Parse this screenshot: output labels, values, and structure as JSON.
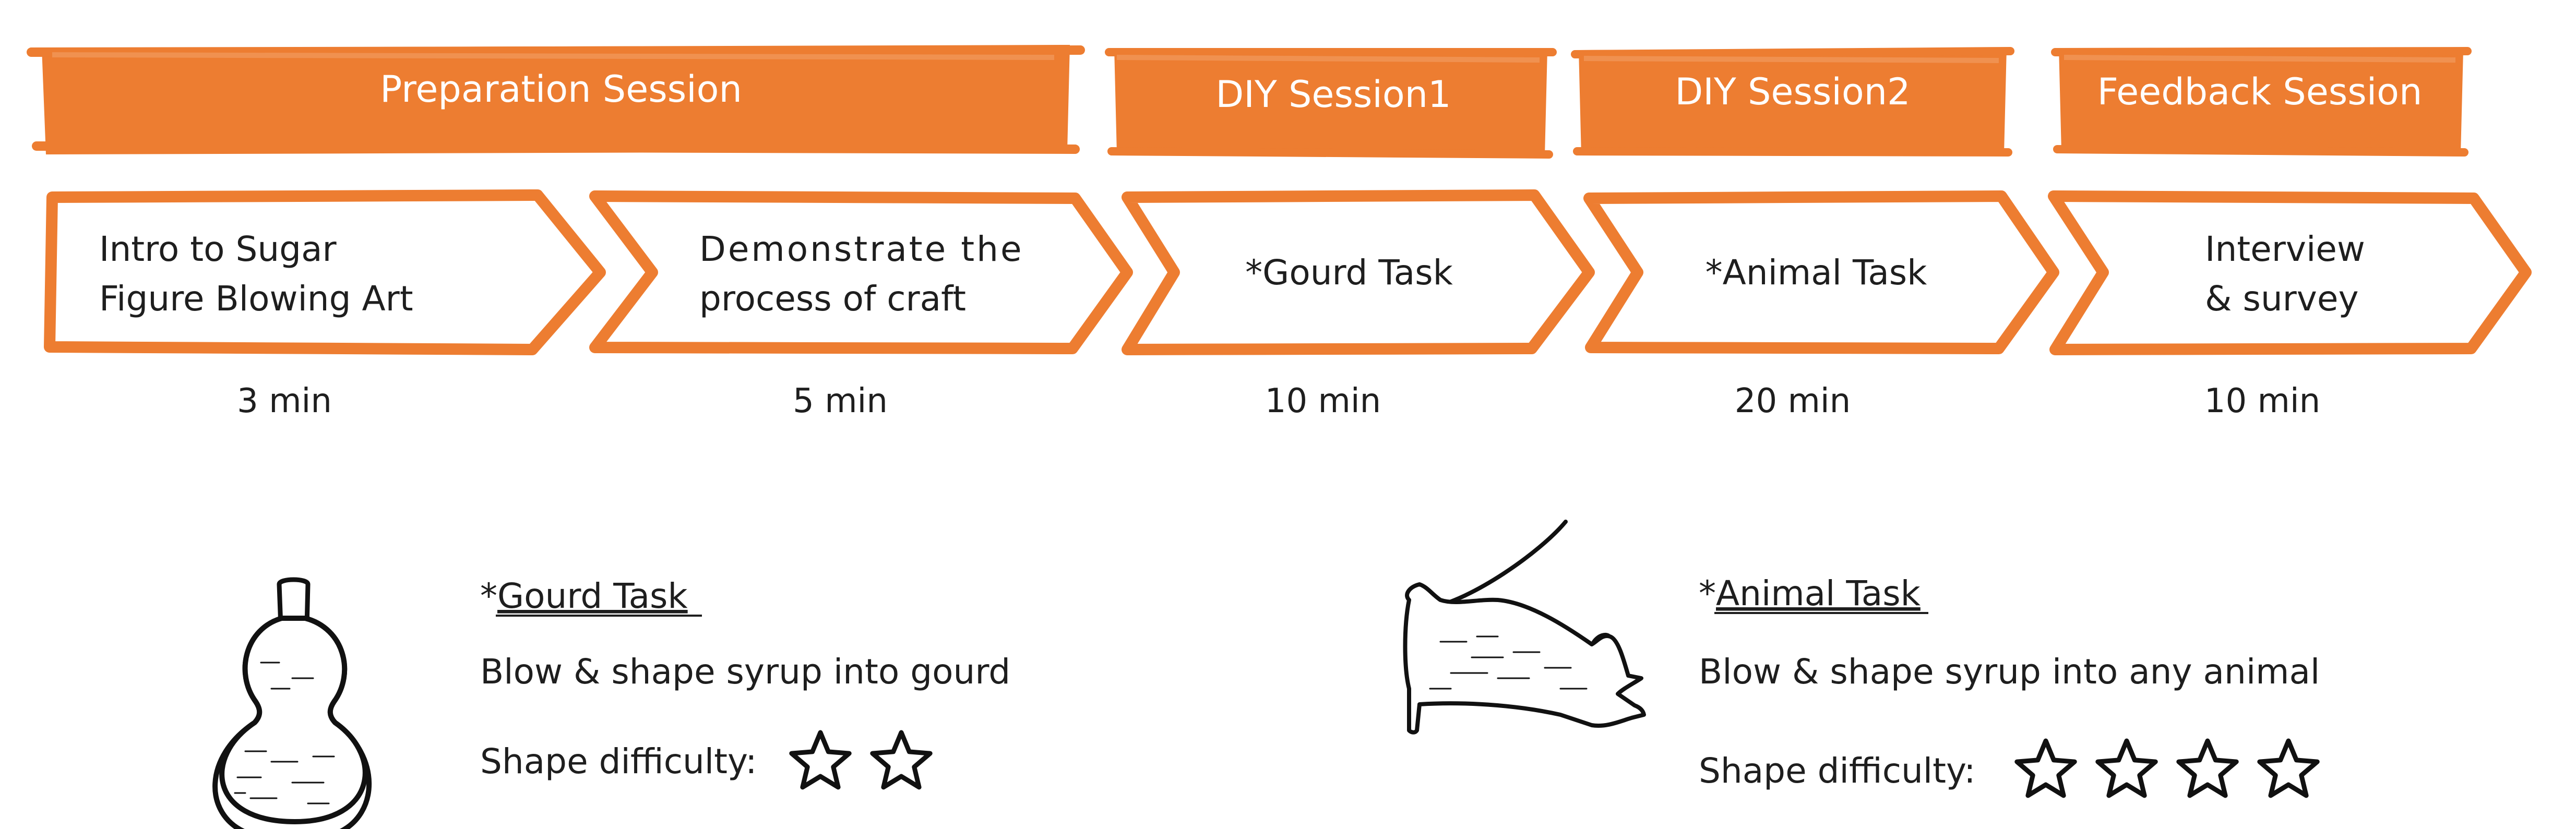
{
  "colors": {
    "accent": "#ed7d31",
    "ink": "#1e1e1e",
    "background": "#ffffff"
  },
  "sessions": [
    {
      "label": "Preparation Session"
    },
    {
      "label": "DIY Session1"
    },
    {
      "label": "DIY Session2"
    },
    {
      "label": "Feedback Session"
    }
  ],
  "steps": [
    {
      "lines": [
        "Intro to Sugar",
        "Figure Blowing Art"
      ],
      "duration": "3 min"
    },
    {
      "lines": [
        "Demonstrate the",
        "process of craft"
      ],
      "duration": "5 min"
    },
    {
      "lines": [
        "*Gourd Task"
      ],
      "duration": "10 min"
    },
    {
      "lines": [
        "*Animal Task"
      ],
      "duration": "20 min"
    },
    {
      "lines": [
        "Interview",
        "& survey"
      ],
      "duration": "10 min"
    }
  ],
  "tasks": [
    {
      "prefix": "*",
      "title": "Gourd Task",
      "description": "Blow & shape syrup into gourd",
      "difficulty_label": "Shape difficulty:",
      "difficulty_stars": 2,
      "icon": "gourd-icon"
    },
    {
      "prefix": "*",
      "title": "Animal Task",
      "description": "Blow & shape syrup into any animal",
      "difficulty_label": "Shape difficulty:",
      "difficulty_stars": 4,
      "icon": "mouse-icon"
    }
  ]
}
